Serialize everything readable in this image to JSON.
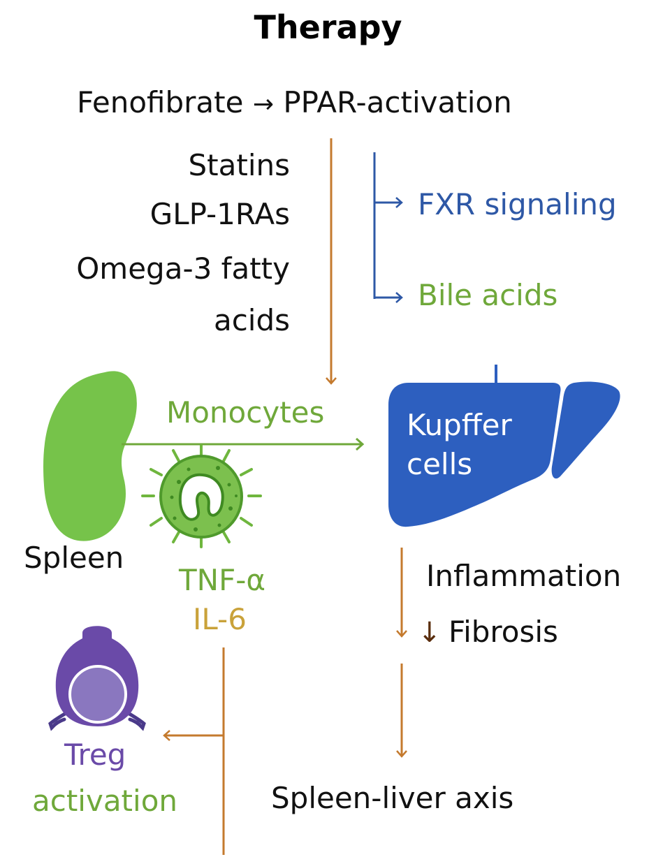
{
  "title": "Therapy",
  "therapy": {
    "drug": "Fenofibrate",
    "arrow_glyph": "→",
    "target": "PPAR-activation",
    "others": [
      "Statins",
      "GLP-1RAs",
      "Omega-3 fatty",
      "acids"
    ]
  },
  "pathways": {
    "fxr": "FXR signaling",
    "bile": "Bile acids"
  },
  "organs": {
    "spleen": "Spleen",
    "monocytes": "Monocytes",
    "kupffer_line1": "Kupffer",
    "kupffer_line2": "cells"
  },
  "cytokines": {
    "tnf": "TNF-α",
    "il6": "IL-6"
  },
  "outcomes": {
    "inflammation": "Inflammation",
    "fibrosis_arrow": "↓",
    "fibrosis": "Fibrosis",
    "axis": "Spleen-liver axis"
  },
  "treg": {
    "line1": "Treg",
    "line2": "activation"
  },
  "colors": {
    "orange": "#c47a2e",
    "blue": "#2e58a6",
    "green": "#6fa83a",
    "spleen_green": "#76c34a",
    "liver_blue": "#2d5fbf",
    "gold": "#c9a23a",
    "purple": "#6a4aa8",
    "dark_brown": "#5a2e0e"
  }
}
